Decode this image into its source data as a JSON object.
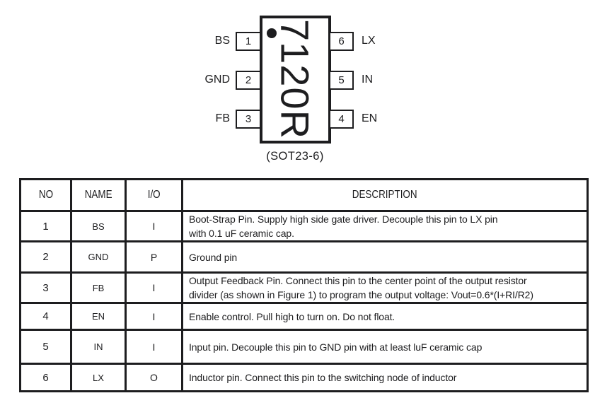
{
  "diagram": {
    "chip_label": "7120R",
    "package": "(SOT23-6)",
    "left_pins": [
      {
        "number": "1",
        "name": "BS"
      },
      {
        "number": "2",
        "name": "GND"
      },
      {
        "number": "3",
        "name": "FB"
      }
    ],
    "right_pins": [
      {
        "number": "6",
        "name": "LX"
      },
      {
        "number": "5",
        "name": "IN"
      },
      {
        "number": "4",
        "name": "EN"
      }
    ]
  },
  "table": {
    "headers": [
      "NO",
      "NAME",
      "I/O",
      "DESCRIPTION"
    ],
    "rows": [
      {
        "no": "1",
        "name": "BS",
        "io": "I",
        "description": "Boot-Strap Pin. Supply high side gate driver. Decouple this pin to LX pin\nwith 0.1 uF ceramic cap."
      },
      {
        "no": "2",
        "name": "GND",
        "io": "P",
        "description": "Ground pin"
      },
      {
        "no": "3",
        "name": "FB",
        "io": "I",
        "description": "Output Feedback Pin. Connect this pin to the center point of the output resistor\ndivider (as shown in Figure 1) to program the output voltage: Vout=0.6*(I+RI/R2)"
      },
      {
        "no": "4",
        "name": "EN",
        "io": "I",
        "description": "Enable control. Pull high to turn on. Do not float."
      },
      {
        "no": "5",
        "name": "IN",
        "io": "I",
        "description": "Input pin. Decouple this pin to GND pin with at least luF ceramic cap"
      },
      {
        "no": "6",
        "name": "LX",
        "io": "O",
        "description": "Inductor pin. Connect this pin to the switching node of inductor"
      }
    ]
  },
  "colors": {
    "ink": "#1d1d1f",
    "background": "#ffffff"
  }
}
